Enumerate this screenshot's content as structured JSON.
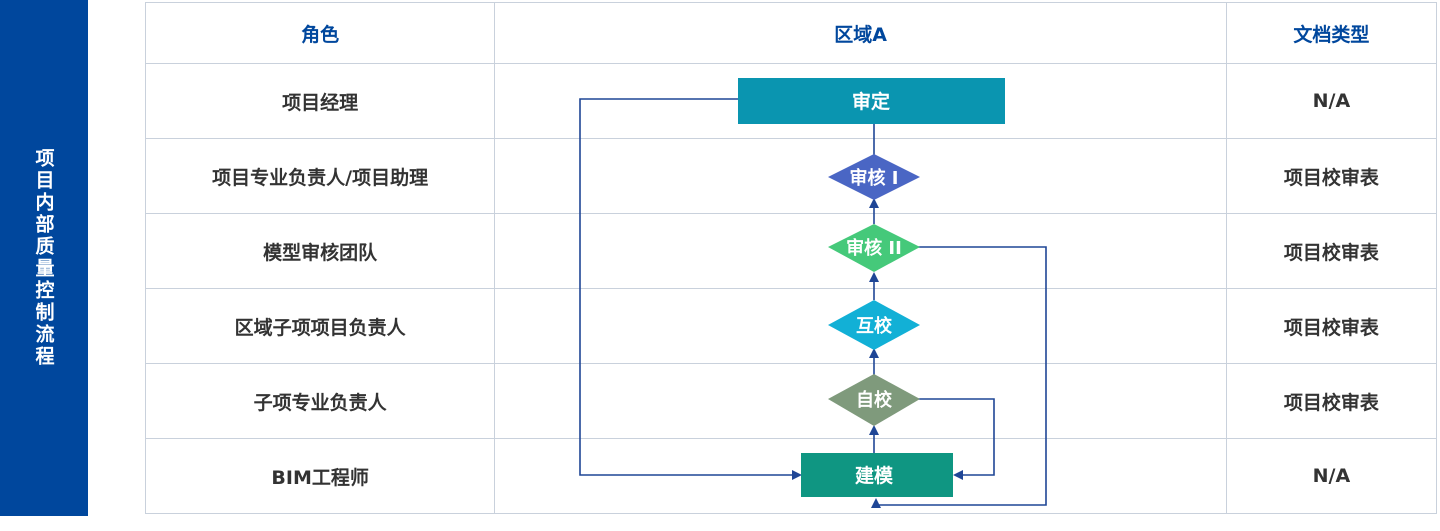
{
  "sidebar": {
    "title": "项目内部质量控制流程"
  },
  "table": {
    "headers": {
      "role": "角色",
      "area": "区域A",
      "doc": "文档类型"
    },
    "rows": [
      {
        "role": "项目经理",
        "doc": "N/A"
      },
      {
        "role": "项目专业负责人/项目助理",
        "doc": "项目校审表"
      },
      {
        "role": "模型审核团队",
        "doc": "项目校审表"
      },
      {
        "role": "区域子项项目负责人",
        "doc": "项目校审表"
      },
      {
        "role": "子项专业负责人",
        "doc": "项目校审表"
      },
      {
        "role": "BIM工程师",
        "doc": "N/A"
      }
    ]
  },
  "flow": {
    "approve": {
      "label": "审定",
      "color": "#0a95b0"
    },
    "review1": {
      "label": "审核 I",
      "color": "#4a66c4"
    },
    "review2": {
      "label": "审核 II",
      "color": "#45c97a"
    },
    "cross_check": {
      "label": "互校",
      "color": "#12b0d6"
    },
    "self_check": {
      "label": "自校",
      "color": "#7f9a7c"
    },
    "modeling": {
      "label": "建模",
      "color": "#0f9682"
    },
    "line_color": "#1f4696"
  },
  "colors": {
    "sidebar": "#00479d",
    "header_text": "#00479d",
    "body_text": "#333333",
    "grid": "#c9d1dc"
  }
}
